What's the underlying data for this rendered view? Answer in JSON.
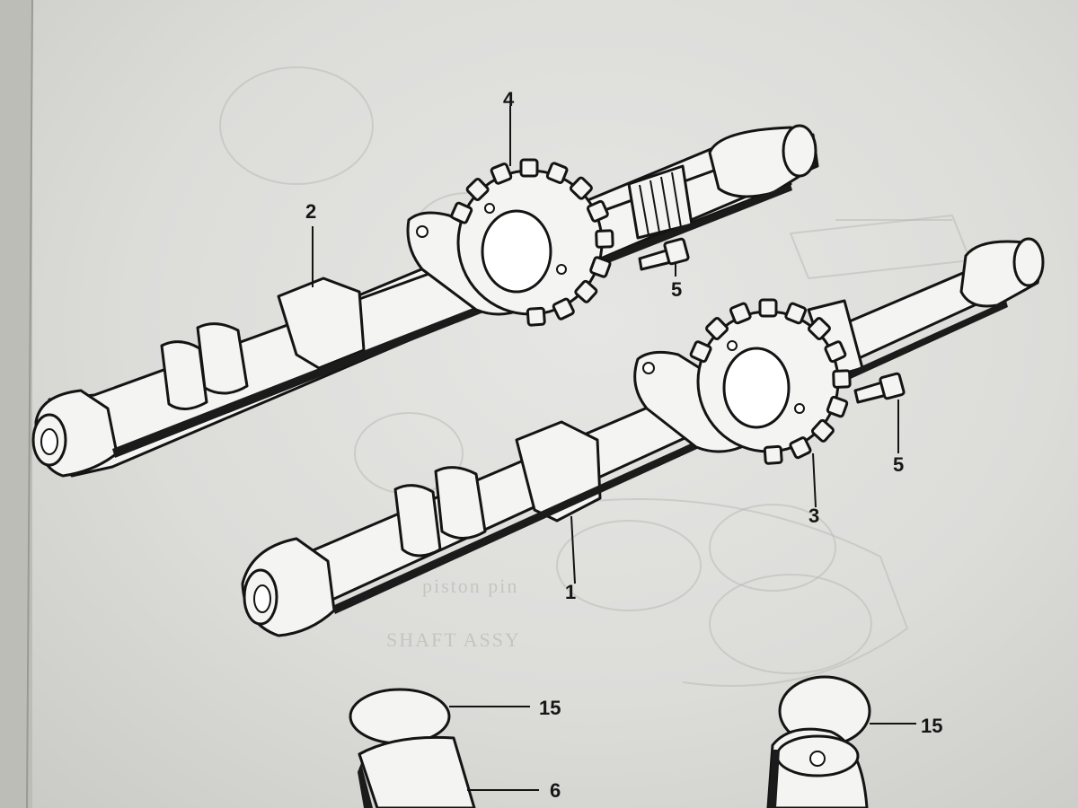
{
  "diagram": {
    "callouts": [
      {
        "id": "callout-1",
        "text": "1"
      },
      {
        "id": "callout-2",
        "text": "2"
      },
      {
        "id": "callout-3",
        "text": "3"
      },
      {
        "id": "callout-4",
        "text": "4"
      },
      {
        "id": "callout-5a",
        "text": "5"
      },
      {
        "id": "callout-5b",
        "text": "5"
      },
      {
        "id": "callout-15a",
        "text": "15"
      },
      {
        "id": "callout-15b",
        "text": "15"
      },
      {
        "id": "callout-6",
        "text": "6"
      }
    ],
    "bleed_text": [
      "piston pin",
      "SHAFT ASSY"
    ]
  }
}
